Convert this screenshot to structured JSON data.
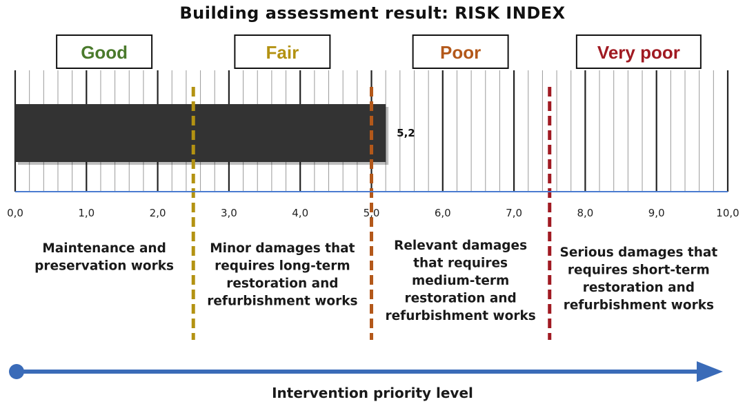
{
  "chart_data": {
    "type": "bar",
    "orientation": "horizontal",
    "title": "Building assessment result: RISK INDEX",
    "values": [
      5.2
    ],
    "value_label": "5,2",
    "bar_color": "#333333",
    "xlim": [
      0,
      10
    ],
    "x_ticks": [
      "0,0",
      "1,0",
      "2,0",
      "3,0",
      "4,0",
      "5,0",
      "6,0",
      "7,0",
      "8,0",
      "9,0",
      "10,0"
    ],
    "minor_grid_step": 0.2,
    "grid": true,
    "categories": [
      {
        "label": "Good",
        "color": "#4a7a2c",
        "description": [
          "Maintenance and",
          "preservation works"
        ]
      },
      {
        "label": "Fair",
        "color": "#b39212",
        "description": [
          "Minor damages that",
          "requires long-term",
          "restoration and",
          "refurbishment works"
        ]
      },
      {
        "label": "Poor",
        "color": "#b3581a",
        "description": [
          "Relevant damages",
          "that requires",
          "medium-term",
          "restoration and",
          "refurbishment works"
        ]
      },
      {
        "label": "Very poor",
        "color": "#a01a22",
        "description": [
          "Serious damages that",
          "requires short-term",
          "restoration and",
          "refurbishment works"
        ]
      }
    ],
    "thresholds": [
      {
        "value": 2.5,
        "color": "#b39212"
      },
      {
        "value": 5.0,
        "color": "#b3581a"
      },
      {
        "value": 7.5,
        "color": "#a01a22"
      }
    ],
    "axis_color": "#4a7bd0",
    "arrow_color": "#3a6bb8",
    "arrow_label": "Intervention priority level"
  }
}
